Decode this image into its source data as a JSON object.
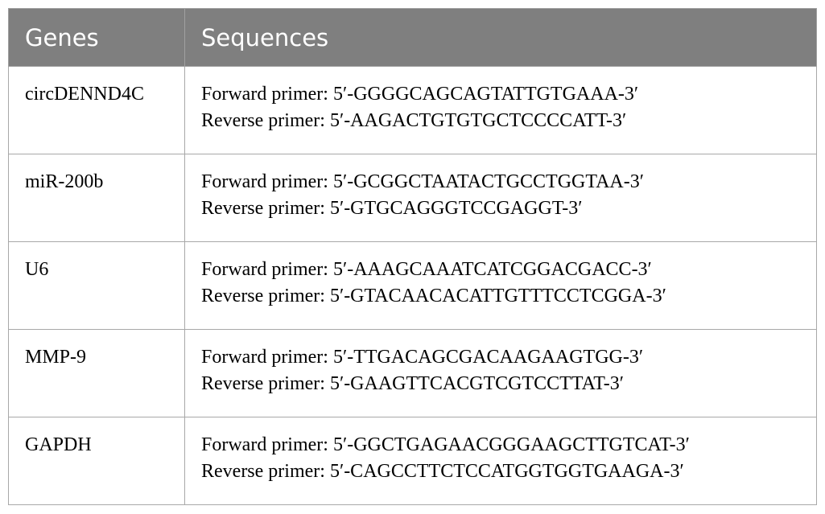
{
  "table": {
    "headers": [
      "Genes",
      "Sequences"
    ],
    "rows": [
      {
        "gene": "circDENND4C",
        "forward": "Forward primer: 5′-GGGGCAGCAGTATTGTGAAA-3′",
        "reverse": "Reverse primer: 5′-AAGACTGTGTGCTCCCCATT-3′"
      },
      {
        "gene": "miR-200b",
        "forward": "Forward primer: 5′-GCGGCTAATACTGCCTGGTAA-3′",
        "reverse": "Reverse primer: 5′-GTGCAGGGTCCGAGGT-3′"
      },
      {
        "gene": "U6",
        "forward": "Forward primer: 5′-AAAGCAAATCATCGGACGACC-3′",
        "reverse": "Reverse primer: 5′-GTACAACACATTGTTTCCTCGGA-3′"
      },
      {
        "gene": "MMP-9",
        "forward": "Forward primer: 5′-TTGACAGCGACAAGAAGTGG-3′",
        "reverse": "Reverse primer: 5′-GAAGTTCACGTCGTCCTTAT-3′"
      },
      {
        "gene": "GAPDH",
        "forward": "Forward primer: 5′-GGCTGAGAACGGGAAGCTTGTCAT-3′",
        "reverse": "Reverse primer: 5′-CAGCCTTCTCCATGGTGGTGAAGA-3′"
      }
    ]
  },
  "colors": {
    "header_bg": "#7f7f7f",
    "header_text": "#ffffff",
    "border": "#a8a8a8"
  }
}
